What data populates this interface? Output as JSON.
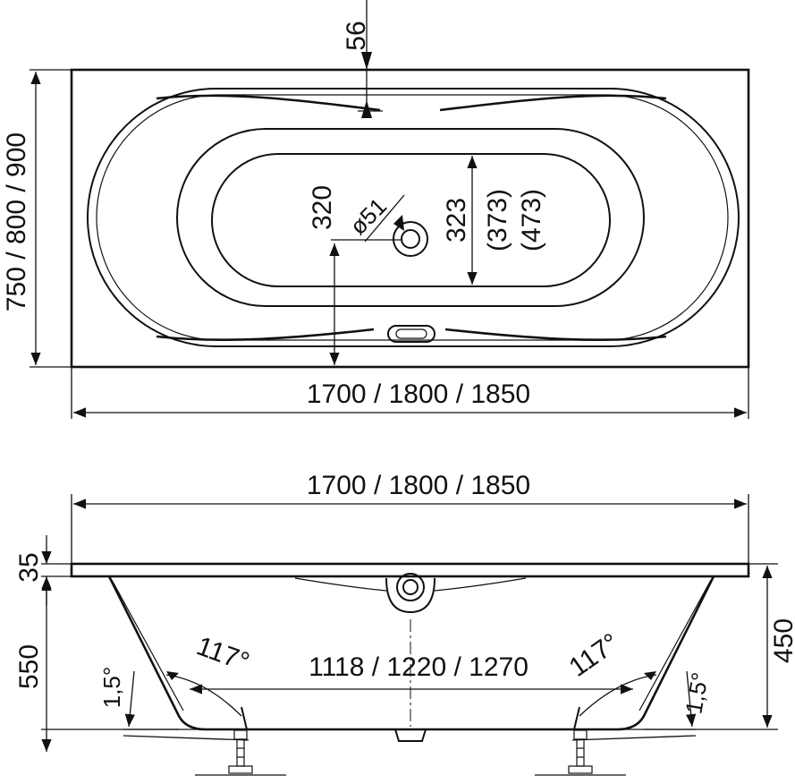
{
  "top_view": {
    "label_56": "56",
    "label_width": "750 / 800 / 900",
    "label_320": "320",
    "label_diameter": "ø51",
    "label_323": "323",
    "label_373": "(373)",
    "label_473": "(473)",
    "label_length": "1700 / 1800 / 1850"
  },
  "side_view": {
    "label_length": "1700 / 1800 / 1850",
    "label_35": "35",
    "label_550": "550",
    "label_450": "450",
    "label_bottom": "1118 / 1220 / 1270",
    "label_angle_left": "117°",
    "label_angle_right": "117°",
    "label_slope_left": "1,5°",
    "label_slope_right": "1,5°"
  }
}
